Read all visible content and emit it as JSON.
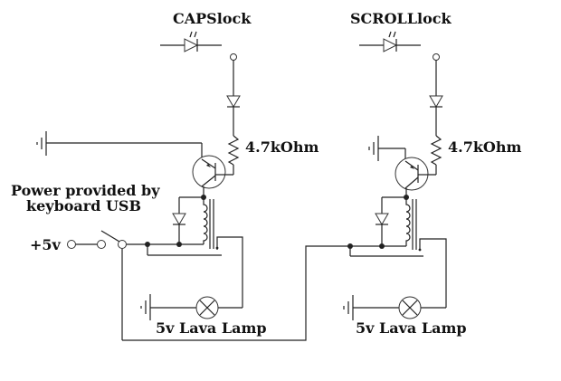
{
  "diagram": {
    "type": "circuit-schematic",
    "labels": {
      "caps_title": "CAPSlock",
      "scroll_title": "SCROLLlock",
      "resistor_left": "4.7kOhm",
      "resistor_right": "4.7kOhm",
      "power_note_line1": "Power provided by",
      "power_note_line2": "keyboard USB",
      "supply": "+5v",
      "lamp_left": "5v Lava Lamp",
      "lamp_right": "5v Lava Lamp"
    },
    "components": [
      {
        "id": "led-caps",
        "kind": "LED",
        "label": "CAPSlock"
      },
      {
        "id": "led-scroll",
        "kind": "LED",
        "label": "SCROLLlock"
      },
      {
        "id": "diode-left",
        "kind": "diode"
      },
      {
        "id": "diode-right",
        "kind": "diode"
      },
      {
        "id": "resistor-left",
        "kind": "resistor",
        "value": "4.7kOhm"
      },
      {
        "id": "resistor-right",
        "kind": "resistor",
        "value": "4.7kOhm"
      },
      {
        "id": "transistor-left",
        "kind": "PNP transistor"
      },
      {
        "id": "transistor-right",
        "kind": "PNP transistor"
      },
      {
        "id": "relay-left",
        "kind": "relay"
      },
      {
        "id": "relay-right",
        "kind": "relay"
      },
      {
        "id": "flyback-left",
        "kind": "diode"
      },
      {
        "id": "flyback-right",
        "kind": "diode"
      },
      {
        "id": "switch",
        "kind": "SPST switch"
      },
      {
        "id": "lamp-left",
        "kind": "lamp",
        "label": "5v Lava Lamp"
      },
      {
        "id": "lamp-right",
        "kind": "lamp",
        "label": "5v Lava Lamp"
      },
      {
        "id": "ground-1",
        "kind": "ground"
      },
      {
        "id": "ground-2",
        "kind": "ground"
      },
      {
        "id": "ground-3",
        "kind": "ground"
      },
      {
        "id": "ground-4",
        "kind": "ground"
      }
    ]
  }
}
